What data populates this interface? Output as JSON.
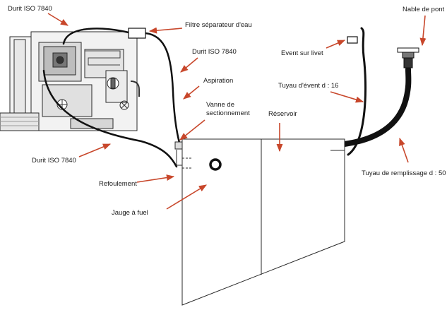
{
  "labels": {
    "durit_top": "Durit ISO 7840",
    "filtre": "Filtre séparateur d'eau",
    "durit_mid": "Durit ISO 7840",
    "aspiration": "Aspiration",
    "vanne_1": "Vanne de",
    "vanne_2": "sectionnement",
    "durit_low": "Durit ISO 7840",
    "refoulement": "Refoulement",
    "jauge": "Jauge à fuel",
    "event": "Event sur livet",
    "tuyau_event": "Tuyau d'évent d : 16",
    "reservoir": "Réservoir",
    "nable": "Nable de pont",
    "tuyau_remplissage": "Tuyau de remplissage d : 50"
  },
  "colors": {
    "arrow": "#c8472b",
    "hose": "#111111",
    "line": "#2a2a2a"
  }
}
